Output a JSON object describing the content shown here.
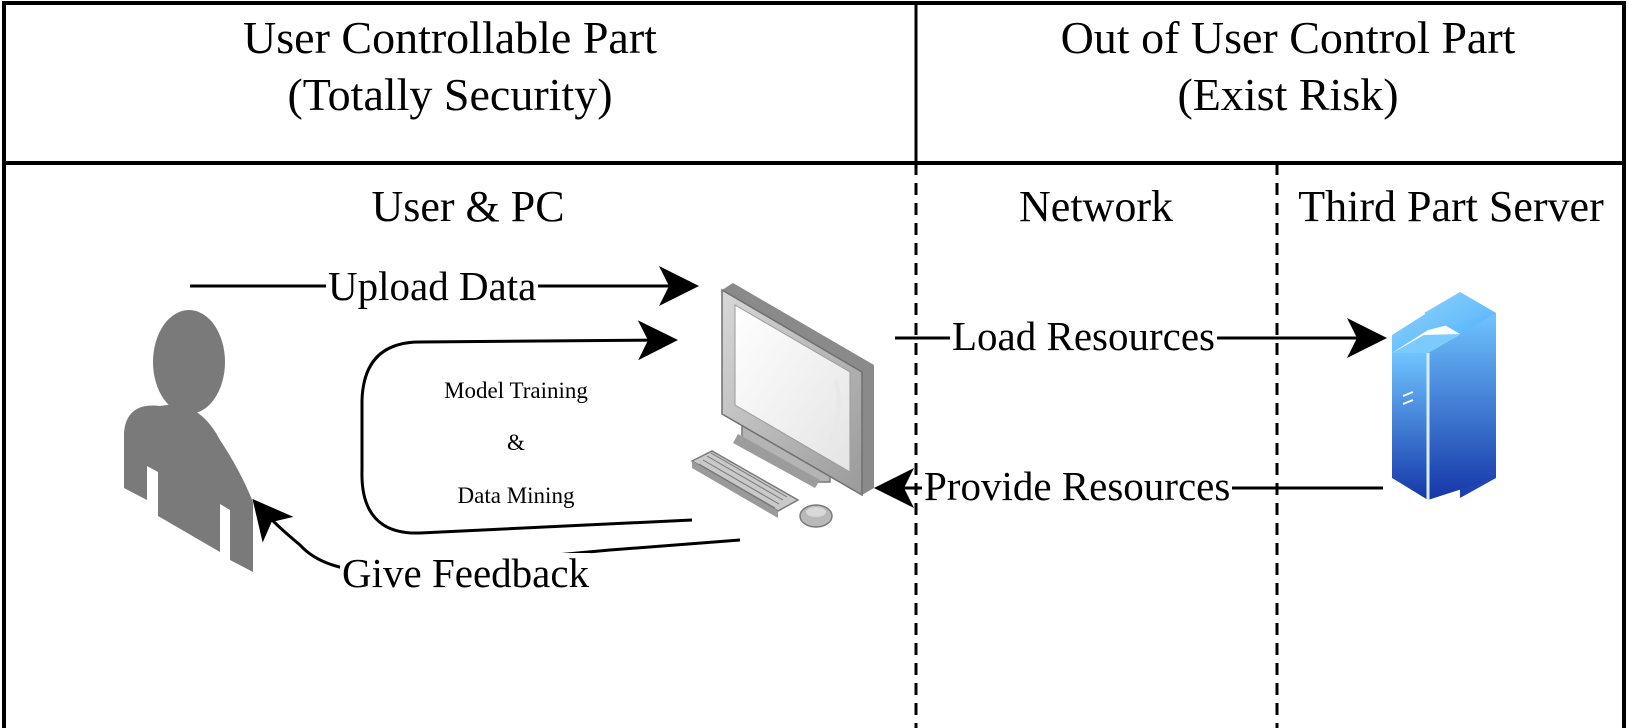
{
  "header": {
    "left_line1": "User Controllable Part",
    "left_line2": "(Totally Security)",
    "right_line1": "Out of User Control Part",
    "right_line2": "(Exist Risk)"
  },
  "sections": {
    "user_pc": "User & PC",
    "network": "Network",
    "third_party": "Third Part Server"
  },
  "flows": {
    "upload": "Upload Data",
    "model_training": "Model Training",
    "ampersand": "&",
    "data_mining": "Data Mining",
    "feedback": "Give Feedback",
    "load": "Load Resources",
    "provide": "Provide Resources"
  },
  "icons": {
    "user": "user-icon",
    "computer": "desktop-computer-icon",
    "server": "server-icon"
  },
  "colors": {
    "line": "#000000",
    "user_fill": "#7a7a7a",
    "server_top": "#5ab4f5",
    "server_bottom": "#1a3fb0"
  }
}
